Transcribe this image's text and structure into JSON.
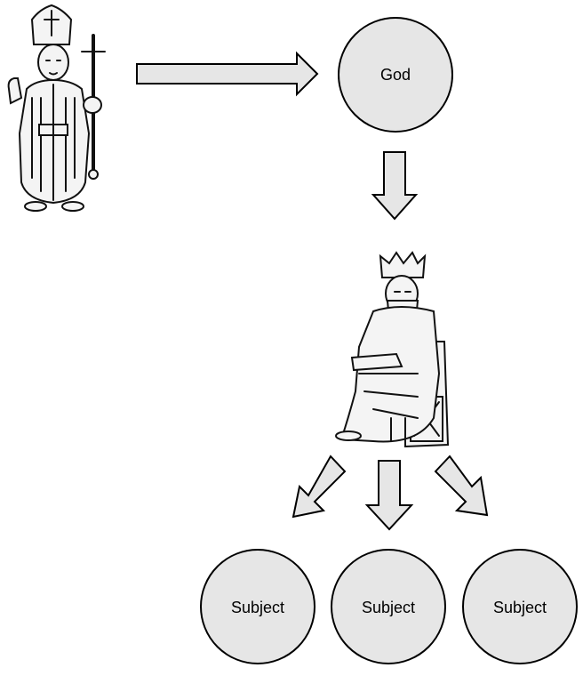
{
  "diagram": {
    "god": {
      "label": "God"
    },
    "subjects": [
      {
        "label": "Subject"
      },
      {
        "label": "Subject"
      },
      {
        "label": "Subject"
      }
    ],
    "icons": {
      "clergy": "bishop-figure-icon",
      "ruler": "enthroned-king-icon"
    },
    "colors": {
      "node_fill": "#e6e6e6",
      "stroke": "#000000"
    }
  }
}
